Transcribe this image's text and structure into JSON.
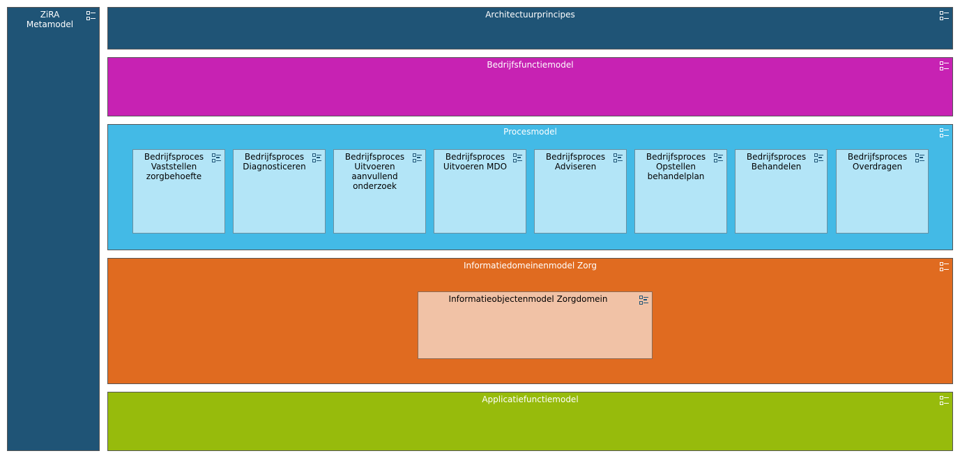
{
  "zira": {
    "title_line1": "ZiRA",
    "title_line2": "Metamodel"
  },
  "architectuurprincipes": {
    "title": "Architectuurprincipes"
  },
  "bedrijfsfunctiemodel": {
    "title": "Bedrijfsfunctiemodel"
  },
  "procesmodel": {
    "title": "Procesmodel",
    "processes": [
      {
        "line1": "Bedrijfsproces",
        "line2": "Vaststellen",
        "line3": "zorgbehoefte",
        "line4": ""
      },
      {
        "line1": "Bedrijfsproces",
        "line2": "Diagnosticeren",
        "line3": "",
        "line4": ""
      },
      {
        "line1": "Bedrijfsproces",
        "line2": "Uitvoeren",
        "line3": "aanvullend",
        "line4": "onderzoek"
      },
      {
        "line1": "Bedrijfsproces",
        "line2": "Uitvoeren MDO",
        "line3": "",
        "line4": ""
      },
      {
        "line1": "Bedrijfsproces",
        "line2": "Adviseren",
        "line3": "",
        "line4": ""
      },
      {
        "line1": "Bedrijfsproces",
        "line2": "Opstellen",
        "line3": "behandelplan",
        "line4": ""
      },
      {
        "line1": "Bedrijfsproces",
        "line2": "Behandelen",
        "line3": "",
        "line4": ""
      },
      {
        "line1": "Bedrijfsproces",
        "line2": "Overdragen",
        "line3": "",
        "line4": ""
      }
    ]
  },
  "informatiedomeinenmodel": {
    "title": "Informatiedomeinenmodel Zorg",
    "informatieobjectenmodel": {
      "title": "Informatieobjectenmodel Zorgdomein"
    }
  },
  "applicatiefunctiemodel": {
    "title": "Applicatiefunctiemodel"
  },
  "colors": {
    "dark_blue": "#1f5476",
    "magenta": "#c722b3",
    "light_blue": "#43bae6",
    "pale_blue": "#b3e5f7",
    "orange": "#e06b20",
    "peach": "#f1c2a6",
    "green": "#97bb0c"
  },
  "icons": {
    "group_icon": "grouping-icon",
    "process_icon": "process-grouping-icon"
  }
}
